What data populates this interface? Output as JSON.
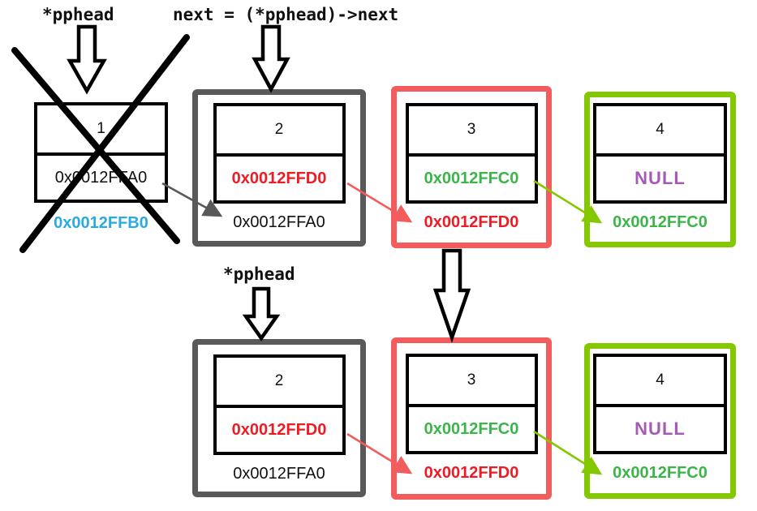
{
  "labels": {
    "pphead_top": "*pphead",
    "next_assignment": "next = (*pphead)->next",
    "pphead_bottom": "*pphead"
  },
  "colors": {
    "node2_border_gray": "#595959",
    "node3_border_red": "#F25C5C",
    "node4_border_green": "#84C900",
    "pointer_red": "#ED1C24",
    "pointer_green": "#3BB54A",
    "null_purple": "#A55BB4",
    "freed_address_blue": "#29ABE2",
    "cross_out_black": "#000000"
  },
  "top_row": {
    "node1": {
      "data": "1",
      "next_pointer": "0x0012FFA0",
      "own_address": "0x0012FFB0",
      "crossed_out": true
    },
    "node2": {
      "data": "2",
      "next_pointer": "0x0012FFD0",
      "own_address": "0x0012FFA0"
    },
    "node3": {
      "data": "3",
      "next_pointer": "0x0012FFC0",
      "own_address": "0x0012FFD0"
    },
    "node4": {
      "data": "4",
      "next_pointer": "NULL",
      "own_address": "0x0012FFC0"
    }
  },
  "bottom_row": {
    "node2": {
      "data": "2",
      "next_pointer": "0x0012FFD0",
      "own_address": "0x0012FFA0"
    },
    "node3": {
      "data": "3",
      "next_pointer": "0x0012FFC0",
      "own_address": "0x0012FFD0"
    },
    "node4": {
      "data": "4",
      "next_pointer": "NULL",
      "own_address": "0x0012FFC0"
    }
  }
}
